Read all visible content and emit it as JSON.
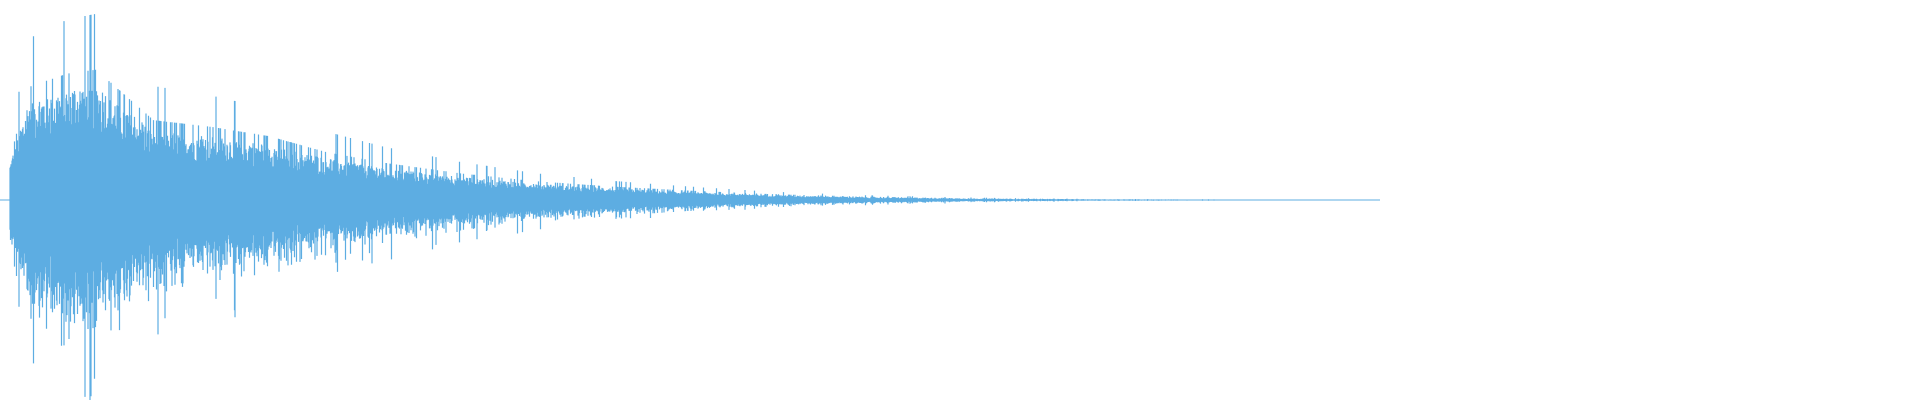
{
  "waveform": {
    "color": "#5dade2",
    "background": "#ffffff",
    "amplitude_envelope": {
      "description_values": [
        {
          "t": 0.0,
          "a": 0.1
        },
        {
          "t": 0.005,
          "a": 0.3
        },
        {
          "t": 0.015,
          "a": 0.85
        },
        {
          "t": 0.035,
          "a": 0.95
        },
        {
          "t": 0.05,
          "a": 0.98
        },
        {
          "t": 0.08,
          "a": 0.6
        },
        {
          "t": 0.11,
          "a": 0.55
        },
        {
          "t": 0.14,
          "a": 0.48
        },
        {
          "t": 0.17,
          "a": 0.36
        },
        {
          "t": 0.2,
          "a": 0.28
        },
        {
          "t": 0.24,
          "a": 0.2
        },
        {
          "t": 0.28,
          "a": 0.14
        },
        {
          "t": 0.32,
          "a": 0.1
        },
        {
          "t": 0.36,
          "a": 0.07
        },
        {
          "t": 0.4,
          "a": 0.045
        },
        {
          "t": 0.45,
          "a": 0.025
        },
        {
          "t": 0.51,
          "a": 0.012
        },
        {
          "t": 0.57,
          "a": 0.006
        },
        {
          "t": 0.64,
          "a": 0.003
        },
        {
          "t": 0.716,
          "a": 0.002
        },
        {
          "t": 0.717,
          "a": 0.0
        }
      ]
    }
  }
}
